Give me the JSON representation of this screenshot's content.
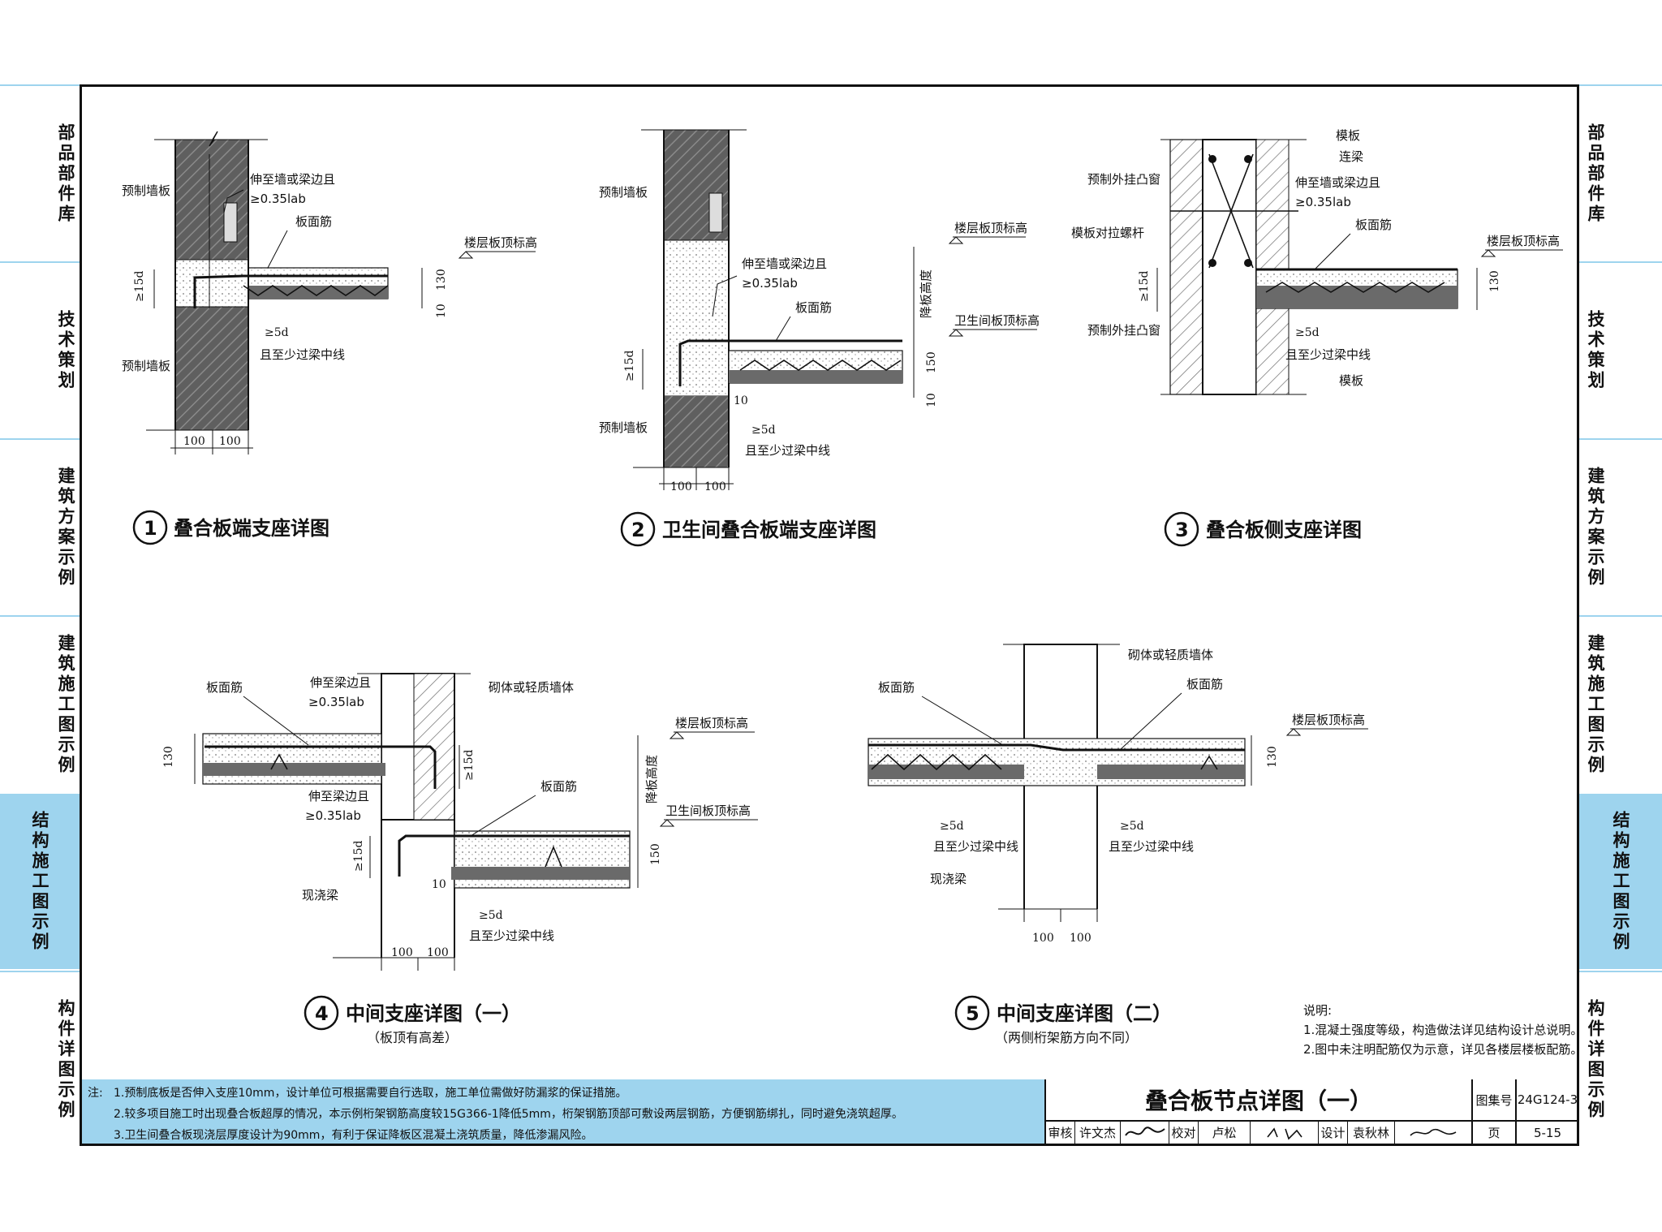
{
  "side_tabs": [
    {
      "label": "部品部件库",
      "active": false
    },
    {
      "label": "技术策划",
      "active": false
    },
    {
      "label": "建筑方案示例",
      "active": false
    },
    {
      "label": "建筑施工图示例",
      "active": false
    },
    {
      "label": "结构施工图示例",
      "active": true
    },
    {
      "label": "构件详图示例",
      "active": false
    }
  ],
  "colors": {
    "accent": "#9ed4ee",
    "hatch": "#6b6b6b",
    "line": "#111111"
  },
  "detail1": {
    "num": "1",
    "caption": "叠合板端支座详图",
    "wall_top": "预制墙板",
    "wall_bottom": "预制墙板",
    "anchor_1": "伸至墙或梁边且",
    "anchor_2": "≥0.35lab",
    "top_bar": "板面筋",
    "elev": "楼层板顶标高",
    "dim_15d": "≥15d",
    "dim_130": "130",
    "dim_10": "10",
    "dim_5d": "≥5d",
    "beam_line": "且至少过梁中线",
    "w1": "100",
    "w2": "100"
  },
  "detail2": {
    "num": "2",
    "caption": "卫生间叠合板端支座详图",
    "wall_top": "预制墙板",
    "wall_bottom": "预制墙板",
    "anchor_1": "伸至墙或梁边且",
    "anchor_2": "≥0.35lab",
    "top_bar": "板面筋",
    "elev_top": "楼层板顶标高",
    "drop": "降板高度",
    "elev_bath": "卫生间板顶标高",
    "dim_15d": "≥15d",
    "dim_150": "150",
    "dim_10": "10",
    "dim_10b": "10",
    "dim_5d": "≥5d",
    "beam_line": "且至少过梁中线",
    "w1": "100",
    "w2": "100"
  },
  "detail3": {
    "num": "3",
    "caption": "叠合板侧支座详图",
    "formwork_top": "模板",
    "link_beam": "连梁",
    "window_top": "预制外挂凸窗",
    "window_bottom": "预制外挂凸窗",
    "anchor_1": "伸至墙或梁边且",
    "anchor_2": "≥0.35lab",
    "tie_bolt": "模板对拉螺杆",
    "top_bar": "板面筋",
    "elev": "楼层板顶标高",
    "dim_15d": "≥15d",
    "dim_130": "130",
    "dim_5d": "≥5d",
    "beam_line": "且至少过梁中线",
    "formwork_bottom": "模板"
  },
  "detail4": {
    "num": "4",
    "caption": "中间支座详图（一）",
    "sub": "（板顶有高差）",
    "top_bar_l": "板面筋",
    "anchor_a1": "伸至梁边且",
    "anchor_a2": "≥0.35lab",
    "masonry": "砌体或轻质墙体",
    "elev_top": "楼层板顶标高",
    "drop": "降板高度",
    "elev_bath": "卫生间板顶标高",
    "top_bar_r": "板面筋",
    "anchor_b1": "伸至梁边且",
    "anchor_b2": "≥0.35lab",
    "dim_130": "130",
    "dim_15d_a": "≥15d",
    "dim_15d_b": "≥15d",
    "dim_150": "150",
    "dim_10": "10",
    "cast_beam": "现浇梁",
    "dim_5d": "≥5d",
    "beam_line": "且至少过梁中线",
    "w1": "100",
    "w2": "100"
  },
  "detail5": {
    "num": "5",
    "caption": "中间支座详图（二）",
    "sub": "（两侧桁架筋方向不同）",
    "masonry": "砌体或轻质墙体",
    "top_bar_l": "板面筋",
    "top_bar_r": "板面筋",
    "elev": "楼层板顶标高",
    "dim_130": "130",
    "dim_5d_l": "≥5d",
    "beam_line_l": "且至少过梁中线",
    "dim_5d_r": "≥5d",
    "beam_line_r": "且至少过梁中线",
    "cast_beam": "现浇梁",
    "w1": "100",
    "w2": "100"
  },
  "explain": {
    "title": "说明:",
    "items": [
      "1.混凝土强度等级，构造做法详见结构设计总说明。",
      "2.图中未注明配筋仅为示意，详见各楼层楼板配筋。"
    ]
  },
  "notes": {
    "prefix": "注:",
    "items": [
      "1.预制底板是否伸入支座10mm，设计单位可根据需要自行选取，施工单位需做好防漏浆的保证措施。",
      "2.较多项目施工时出现叠合板超厚的情况，本示例桁架钢筋高度较15G366-1降低5mm，桁架钢筋顶部可敷设两层钢筋，方便钢筋绑扎，同时避免浇筑超厚。",
      "3.卫生间叠合板现浇层厚度设计为90mm，有利于保证降板区混凝土浇筑质量，降低渗漏风险。"
    ]
  },
  "title_block": {
    "title": "叠合板节点详图（一）",
    "atlas_label": "图集号",
    "atlas_value": "24G124-3",
    "review_label": "审核",
    "review_name": "许文杰",
    "check_label": "校对",
    "check_name": "卢松",
    "design_label": "设计",
    "design_name": "袁秋林",
    "page_label": "页",
    "page_value": "5-15"
  }
}
